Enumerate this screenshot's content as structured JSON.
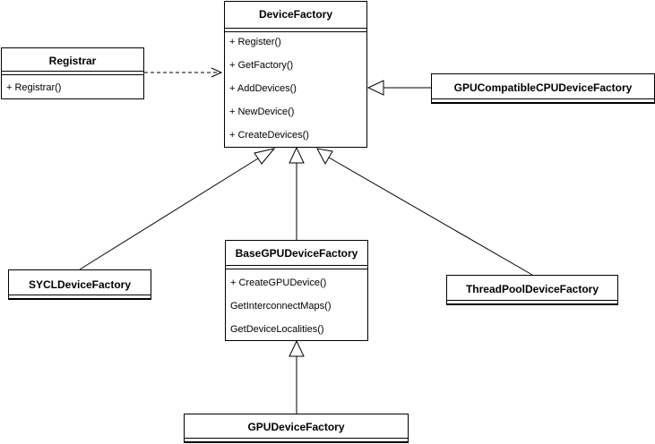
{
  "classes": {
    "device_factory": {
      "name": "DeviceFactory",
      "methods": [
        "+ Register()",
        "+ GetFactory()",
        "+ AddDevices()",
        "+ NewDevice()",
        "+ CreateDevices()"
      ]
    },
    "registrar": {
      "name": "Registrar",
      "methods": [
        "+ Registrar()"
      ]
    },
    "gpu_compatible_cpu": {
      "name": "GPUCompatibleCPUDeviceFactory"
    },
    "sycl": {
      "name": "SYCLDeviceFactory"
    },
    "base_gpu": {
      "name": "BaseGPUDeviceFactory",
      "methods": [
        "+ CreateGPUDevice()",
        "GetInterconnectMaps()",
        "GetDeviceLocalities()"
      ]
    },
    "thread_pool": {
      "name": "ThreadPoolDeviceFactory"
    },
    "gpu": {
      "name": "GPUDeviceFactory"
    }
  },
  "relations": [
    {
      "from": "Registrar",
      "to": "DeviceFactory",
      "kind": "dependency"
    },
    {
      "from": "GPUCompatibleCPUDeviceFactory",
      "to": "DeviceFactory",
      "kind": "generalization"
    },
    {
      "from": "SYCLDeviceFactory",
      "to": "DeviceFactory",
      "kind": "generalization"
    },
    {
      "from": "BaseGPUDeviceFactory",
      "to": "DeviceFactory",
      "kind": "generalization"
    },
    {
      "from": "ThreadPoolDeviceFactory",
      "to": "DeviceFactory",
      "kind": "generalization"
    },
    {
      "from": "GPUDeviceFactory",
      "to": "BaseGPUDeviceFactory",
      "kind": "generalization"
    }
  ]
}
